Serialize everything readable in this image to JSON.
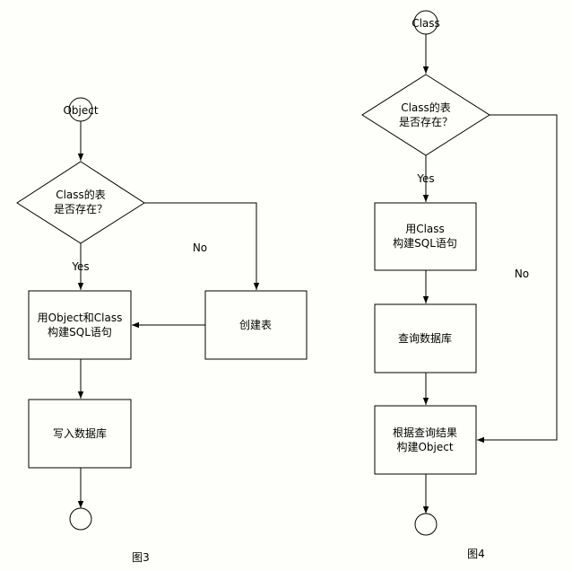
{
  "figure3": {
    "start": "Object",
    "decision": [
      "Class的表",
      "是否存在？"
    ],
    "yes": "Yes",
    "no": "No",
    "build_sql": [
      "用Object和Class",
      "构建SQL语句"
    ],
    "create_table": "创建表",
    "write_db": "写入数据库",
    "caption": "图3"
  },
  "figure4": {
    "start": "Class",
    "decision": [
      "Class的表",
      "是否存在？"
    ],
    "yes": "Yes",
    "no": "No",
    "build_sql": [
      "用Class",
      "构建SQL语句"
    ],
    "query_db": "查询数据库",
    "build_object": [
      "根据查询结果",
      "构建Object"
    ],
    "caption": "图4"
  }
}
